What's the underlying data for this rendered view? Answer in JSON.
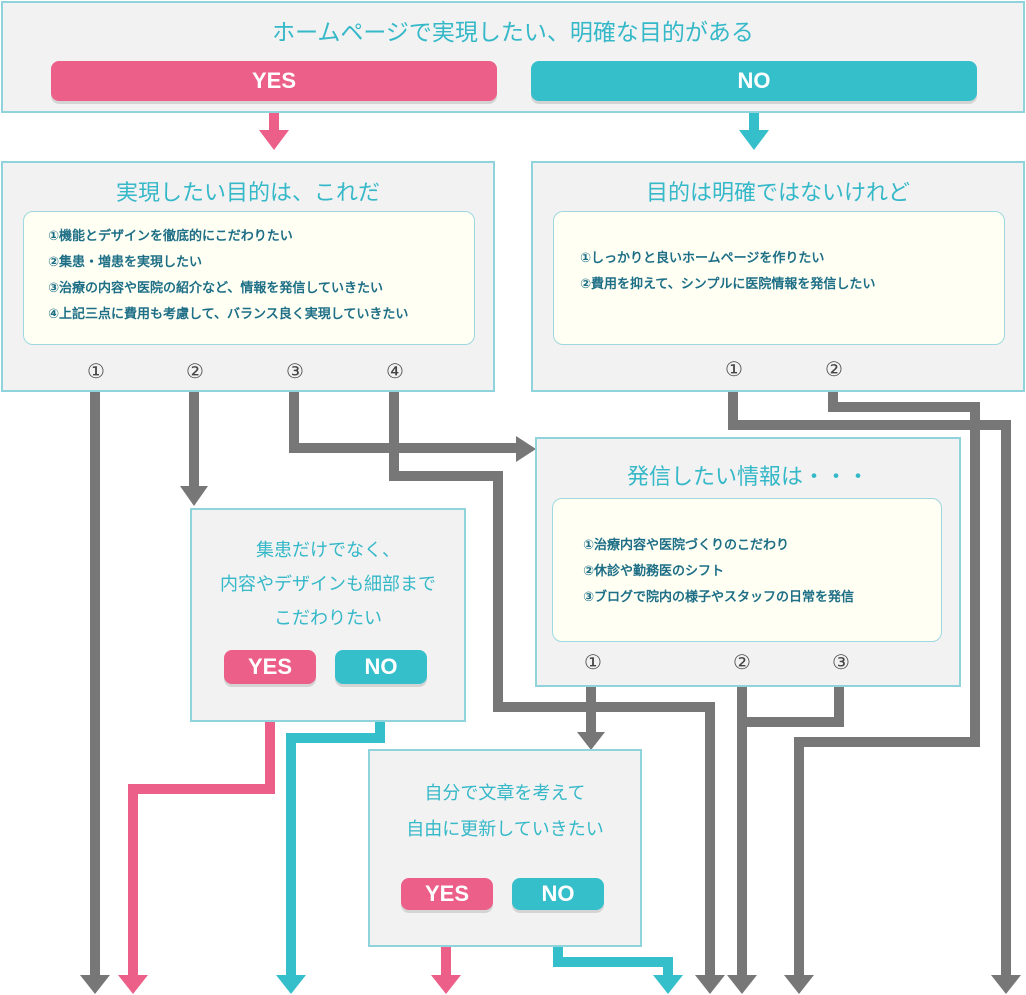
{
  "top": {
    "question": "ホームページで実現したい、明確な目的がある",
    "yes": "YES",
    "no": "NO"
  },
  "left_box": {
    "title": "実現したい目的は、これだ",
    "items": [
      "①機能とデザインを徹底的にこだわりたい",
      "②集患・増患を実現したい",
      "③治療の内容や医院の紹介など、情報を発信していきたい",
      "④上記三点に費用も考慮して、バランス良く実現していきたい"
    ],
    "nums": [
      "①",
      "②",
      "③",
      "④"
    ]
  },
  "right_box": {
    "title": "目的は明確ではないけれど",
    "items": [
      "①しっかりと良いホームページを作りたい",
      "②費用を抑えて、シンプルに医院情報を発信したい"
    ],
    "nums": [
      "①",
      "②"
    ]
  },
  "info_box": {
    "title": "発信したい情報は・・・",
    "items": [
      "①治療内容や医院づくりのこだわり",
      "②休診や勤務医のシフト",
      "③ブログで院内の様子やスタッフの日常を発信"
    ],
    "nums": [
      "①",
      "②",
      "③"
    ]
  },
  "detail_box": {
    "lines": [
      "集患だけでなく、",
      "内容やデザインも細部まで",
      "こだわりたい"
    ],
    "yes": "YES",
    "no": "NO"
  },
  "update_box": {
    "lines": [
      "自分で文章を考えて",
      "自由に更新していきたい"
    ],
    "yes": "YES",
    "no": "NO"
  },
  "colors": {
    "yes": "#ec5f88",
    "no": "#35bfcb",
    "line": "#777777",
    "title": "#35b8c8"
  }
}
